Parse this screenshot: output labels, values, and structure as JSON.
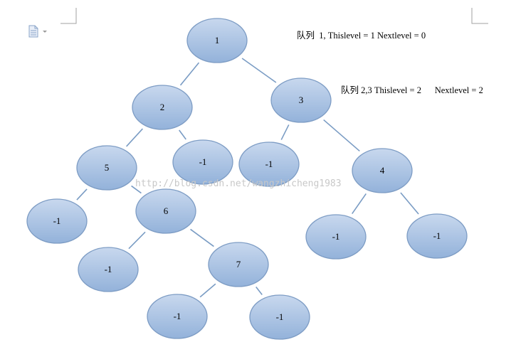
{
  "toolbar": {
    "icon": "document-page-icon"
  },
  "watermark": "http://blog.csdn.net/wangzhicheng1983",
  "annotations": {
    "queue_1": "队列  1, Thislevel = 1 Nextlevel = 0",
    "queue_2": "队列 2,3 Thislevel = 2      Nextlevel = 2"
  },
  "colors": {
    "node_fill_top": "#c8d8ee",
    "node_fill_bottom": "#93b2da",
    "node_stroke": "#7d9cc4",
    "edge": "#7a9cc4"
  },
  "tree": {
    "nodes": [
      {
        "id": "n1",
        "label": "1"
      },
      {
        "id": "n2",
        "label": "2"
      },
      {
        "id": "n3",
        "label": "3"
      },
      {
        "id": "n5",
        "label": "5"
      },
      {
        "id": "n2r",
        "label": "-1"
      },
      {
        "id": "n3l",
        "label": "-1"
      },
      {
        "id": "n4",
        "label": "4"
      },
      {
        "id": "n5l",
        "label": "-1"
      },
      {
        "id": "n6",
        "label": "6"
      },
      {
        "id": "n4l",
        "label": "-1"
      },
      {
        "id": "n4r",
        "label": "-1"
      },
      {
        "id": "n6l",
        "label": "-1"
      },
      {
        "id": "n7",
        "label": "7"
      },
      {
        "id": "n7l",
        "label": "-1"
      },
      {
        "id": "n7r",
        "label": "-1"
      }
    ],
    "edges": [
      [
        "n1",
        "n2"
      ],
      [
        "n1",
        "n3"
      ],
      [
        "n2",
        "n5"
      ],
      [
        "n2",
        "n2r"
      ],
      [
        "n3",
        "n3l"
      ],
      [
        "n3",
        "n4"
      ],
      [
        "n5",
        "n5l"
      ],
      [
        "n5",
        "n6"
      ],
      [
        "n4",
        "n4l"
      ],
      [
        "n4",
        "n4r"
      ],
      [
        "n6",
        "n6l"
      ],
      [
        "n6",
        "n7"
      ],
      [
        "n7",
        "n7l"
      ],
      [
        "n7",
        "n7r"
      ]
    ]
  }
}
